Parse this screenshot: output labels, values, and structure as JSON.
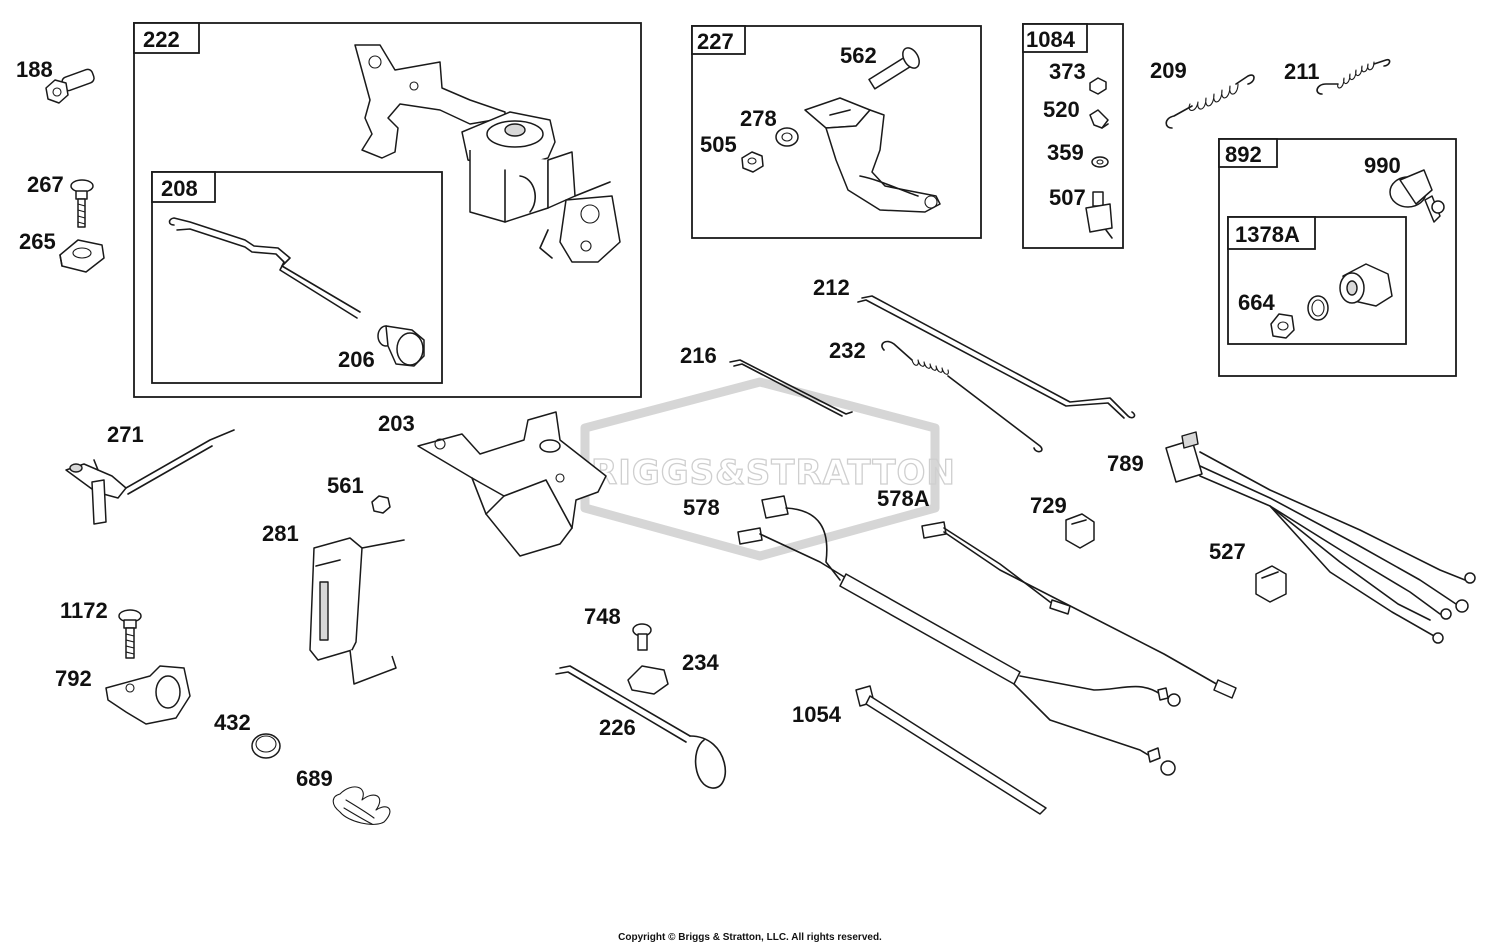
{
  "brand_watermark": "BRIGGS&STRATTON",
  "copyright": "Copyright © Briggs & Stratton, LLC. All rights reserved.",
  "groups": {
    "g222": "222",
    "g208": "208",
    "g227": "227",
    "g1084": "1084",
    "g892": "892",
    "g1378A": "1378A"
  },
  "parts": {
    "p188": "188",
    "p267": "267",
    "p265": "265",
    "p206": "206",
    "p562": "562",
    "p278": "278",
    "p505": "505",
    "p373": "373",
    "p520": "520",
    "p359": "359",
    "p507": "507",
    "p209": "209",
    "p211": "211",
    "p990": "990",
    "p664": "664",
    "p212": "212",
    "p232": "232",
    "p216": "216",
    "p271": "271",
    "p203": "203",
    "p561": "561",
    "p281": "281",
    "p578": "578",
    "p578A": "578A",
    "p729": "729",
    "p789": "789",
    "p527": "527",
    "p1172": "1172",
    "p792": "792",
    "p748": "748",
    "p234": "234",
    "p226": "226",
    "p432": "432",
    "p689": "689",
    "p1054": "1054"
  }
}
